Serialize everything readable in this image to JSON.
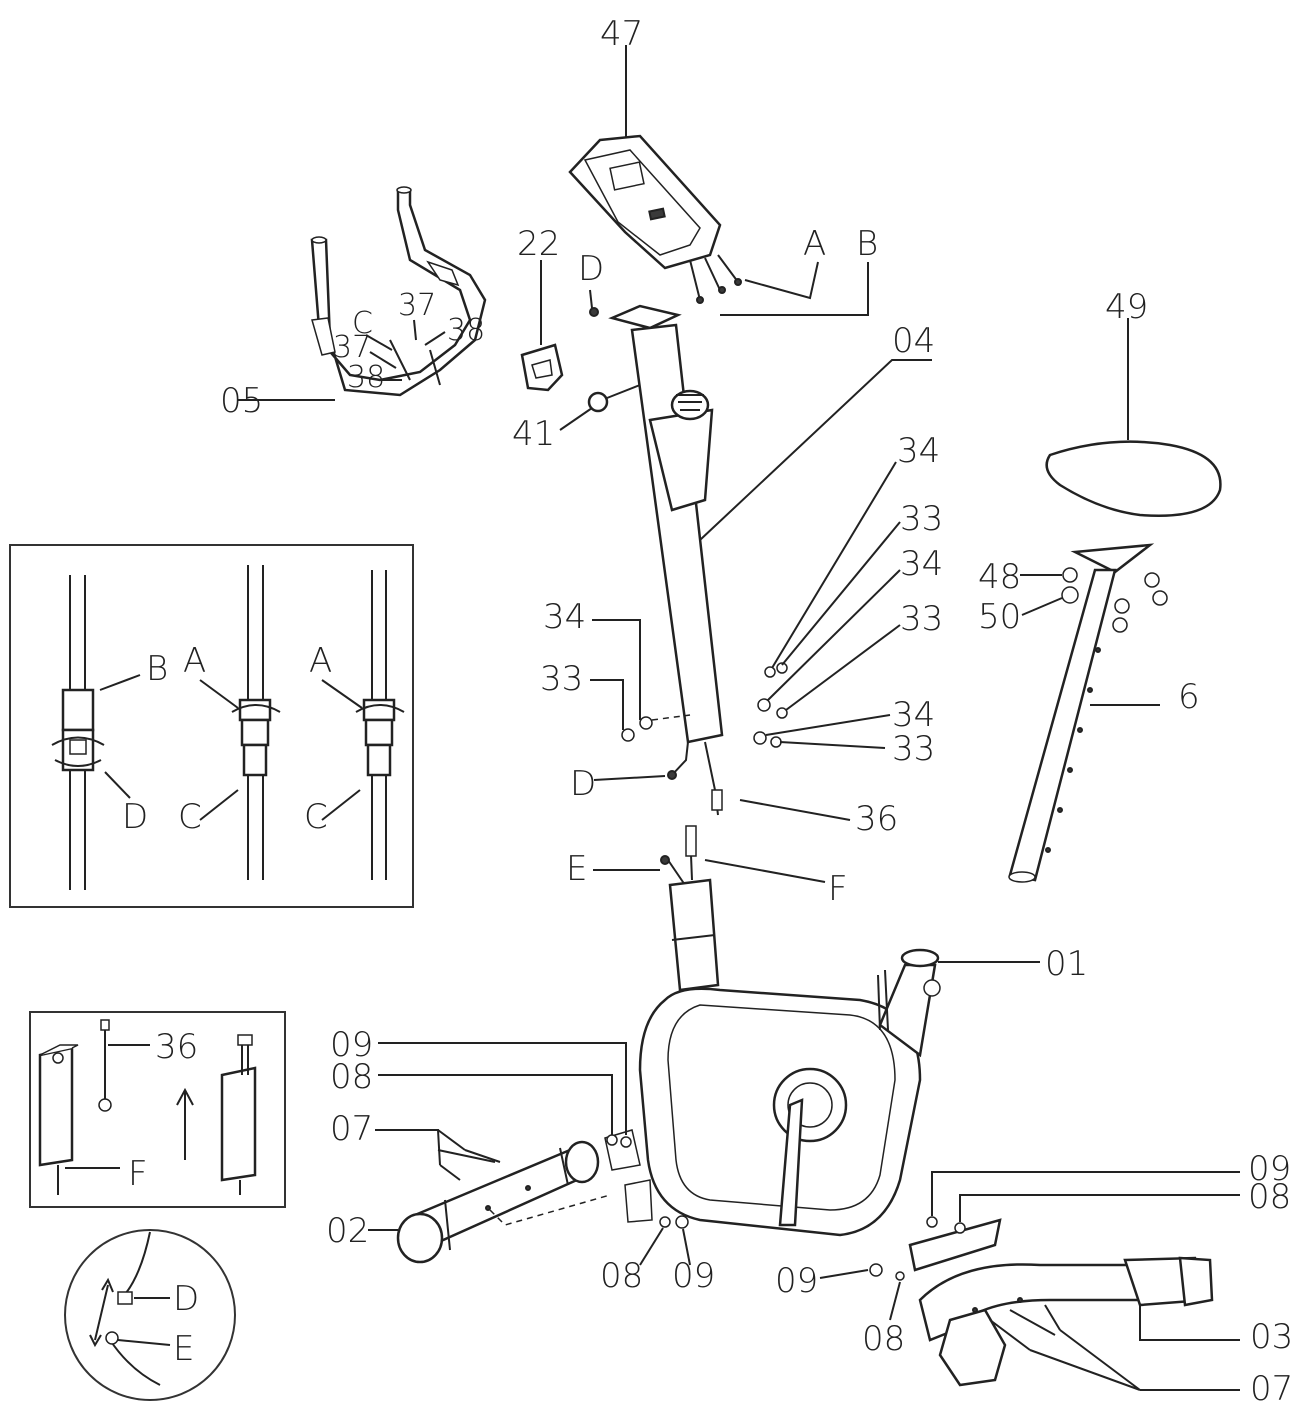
{
  "labels": {
    "p47": "47",
    "p22": "22",
    "pA_top": "A",
    "pB_top": "B",
    "pD_top": "D",
    "p04": "04",
    "p49": "49",
    "p37a": "37",
    "p37b": "37",
    "pC_bar": "C",
    "p38a": "38",
    "p38b": "38",
    "p05": "05",
    "p41": "41",
    "p34a": "34",
    "p33a": "33",
    "p34b": "34",
    "p33b": "33",
    "p34c": "34",
    "p33c": "33",
    "p34d": "34",
    "p33d": "33",
    "p48": "48",
    "p50": "50",
    "p6": "6",
    "pD_mid": "D",
    "p36": "36",
    "pE_mid": "E",
    "pF_mid": "F",
    "p01": "01",
    "p09a": "09",
    "p08a": "08",
    "p07a": "07",
    "p02": "02",
    "p08b": "08",
    "p09b": "09",
    "p09c": "09",
    "p08c": "08",
    "p09d": "09",
    "p08d": "08",
    "p03": "03",
    "p07b": "07",
    "inset1_B": "B",
    "inset1_A1": "A",
    "inset1_A2": "A",
    "inset1_D": "D",
    "inset1_C1": "C",
    "inset1_C2": "C",
    "inset2_36": "36",
    "inset2_F": "F",
    "inset3_D": "D",
    "inset3_E": "E"
  }
}
